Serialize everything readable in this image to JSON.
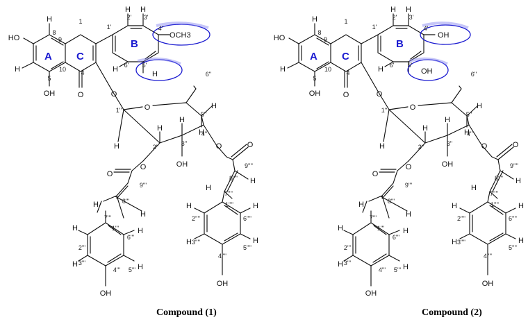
{
  "compounds": [
    {
      "caption": "Compound (1)",
      "substituents": {
        "c4_prime": "OCH3",
        "c5_prime": "H"
      },
      "rings": [
        "A",
        "C",
        "B"
      ],
      "labels": {
        "H8": "H",
        "OH7": "HO",
        "H6": "H",
        "OH5": "OH",
        "O1": "1",
        "n8": "8",
        "n9": "9",
        "n10": "10",
        "n5": "5",
        "n4": "4",
        "O4": "O",
        "n2p": "2'",
        "n3p": "3'",
        "H2p": "H",
        "H3p": "H",
        "n1p": "1'",
        "n4p": "4'",
        "n5p": "5'",
        "n6p": "6'",
        "H6p": "H",
        "O3link": "O",
        "O5r": "O",
        "n1pp": "1''",
        "n5pp": "5''",
        "n6pp": "6''",
        "H5pp": "H",
        "n4pp": "4''",
        "H1pp": "H",
        "n2pp": "2''",
        "H2pp": "H",
        "n3pp": "3''",
        "H3pp": "H",
        "OH3pp": "OH",
        "H4pp": "H",
        "O2pp": "O",
        "O4pp": "O",
        "Ocarb_l": "O",
        "Ocarb_r": "O",
        "n9ppp": "9'''",
        "n8ppp": "8'''",
        "n7ppp": "7'''",
        "H7ppp": "H",
        "H8ppp": "H",
        "n1ppp": "1'''",
        "n2ppp": "2'''",
        "n3ppp": "3'''",
        "n4ppp": "4'''",
        "n5ppp": "5'''",
        "n6ppp": "6'''",
        "H2ppp": "H",
        "H3ppp": "H",
        "H5ppp": "H",
        "H6ppp": "H",
        "OH4ppp": "OH",
        "n9pppp": "9''''",
        "n8pppp": "8''''",
        "n7pppp": "7''''",
        "H7pppp": "H",
        "H8pppp": "H",
        "n1pppp": "1''''",
        "n2pppp": "2''''",
        "n3pppp": "3''''",
        "n4pppp": "4''''",
        "n5pppp": "5''''",
        "n6pppp": "6''''",
        "H2pppp": "H",
        "H3pppp": "H",
        "H5pppp": "H",
        "H6pppp": "H",
        "OH4pppp": "OH"
      }
    },
    {
      "caption": "Compound (2)",
      "substituents": {
        "c4_prime": "OH",
        "c5_prime": "OH"
      },
      "rings": [
        "A",
        "C",
        "B"
      ],
      "labels": {
        "H8": "H",
        "OH7": "HO",
        "H6": "H",
        "OH5": "OH",
        "O1": "1",
        "n8": "8",
        "n9": "9",
        "n10": "10",
        "n5": "5",
        "n4": "4",
        "O4": "O",
        "n2p": "2'",
        "n3p": "3'",
        "H2p": "H",
        "H3p": "H",
        "n1p": "1'",
        "n4p": "4'",
        "n5p": "5'",
        "n6p": "6'",
        "H6p": "H",
        "O3link": "O",
        "O5r": "O",
        "n1pp": "1''",
        "n5pp": "5''",
        "n6pp": "6''",
        "H5pp": "H",
        "n4pp": "4''",
        "H1pp": "H",
        "n2pp": "2''",
        "H2pp": "H",
        "n3pp": "3''",
        "H3pp": "H",
        "OH3pp": "OH",
        "H4pp": "H",
        "O2pp": "O",
        "O4pp": "O",
        "Ocarb_l": "O",
        "Ocarb_r": "O",
        "n9ppp": "9'''",
        "n8ppp": "8'''",
        "n7ppp": "7'''",
        "H7ppp": "H",
        "H8ppp": "H",
        "n1ppp": "1'''",
        "n2ppp": "2'''",
        "n3ppp": "3'''",
        "n4ppp": "4'''",
        "n5ppp": "5'''",
        "n6ppp": "6'''",
        "H2ppp": "H",
        "H3ppp": "H",
        "H5ppp": "H",
        "H6ppp": "H",
        "OH4ppp": "OH",
        "n9pppp": "9''''",
        "n8pppp": "8''''",
        "n7pppp": "7''''",
        "H7pppp": "H",
        "H8pppp": "H",
        "n1pppp": "1''''",
        "n2pppp": "2''''",
        "n3pppp": "3''''",
        "n4pppp": "4''''",
        "n5pppp": "5''''",
        "n6pppp": "6''''",
        "H2pppp": "H",
        "H3pppp": "H",
        "H5pppp": "H",
        "H6pppp": "H",
        "OH4pppp": "OH"
      }
    }
  ],
  "colors": {
    "ring_label": "#1a1ad0",
    "highlight": "#1a1ad0",
    "bond": "#111111"
  }
}
